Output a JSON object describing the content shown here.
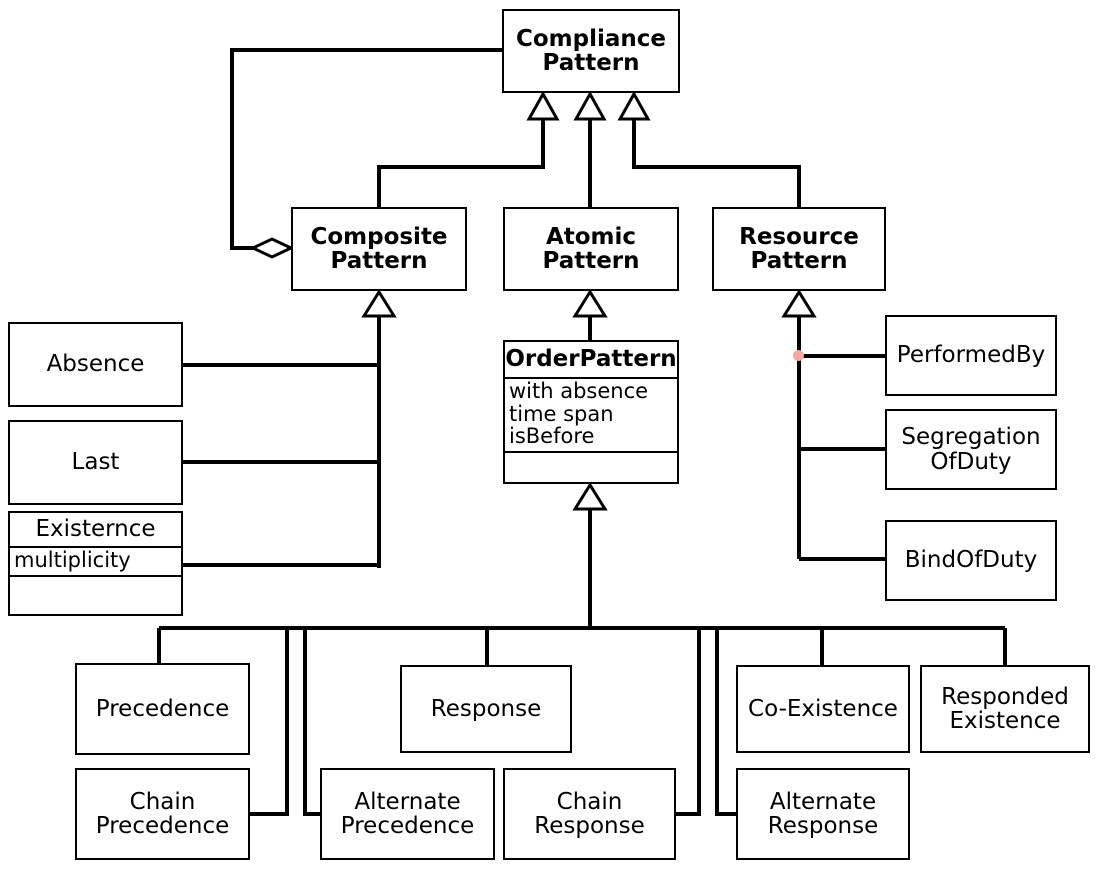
{
  "diagram": {
    "type": "uml-class-diagram",
    "title": "Compliance Pattern hierarchy",
    "line_color": "#000000",
    "fill_color": "#ffffff",
    "selection_handle_color": "#f4a9a0"
  },
  "nodes": {
    "compliance_pattern": {
      "label": "Compliance\nPattern"
    },
    "composite_pattern": {
      "label": "Composite\nPattern"
    },
    "atomic_pattern": {
      "label": "Atomic\nPattern"
    },
    "resource_pattern": {
      "label": "Resource\nPattern"
    },
    "order_pattern": {
      "label": "OrderPattern",
      "attributes": "with absence\ntime span\nisBefore",
      "operations": ""
    },
    "absence": {
      "label": "Absence"
    },
    "last": {
      "label": "Last"
    },
    "existernce": {
      "label": "Existernce",
      "attributes": "multiplicity",
      "operations": ""
    },
    "performed_by": {
      "label": "PerformedBy"
    },
    "segregation_of_duty": {
      "label": "Segregation\nOfDuty"
    },
    "bind_of_duty": {
      "label": "BindOfDuty"
    },
    "precedence": {
      "label": "Precedence"
    },
    "chain_precedence": {
      "label": "Chain\nPrecedence"
    },
    "alternate_precedence": {
      "label": "Alternate\nPrecedence"
    },
    "response": {
      "label": "Response"
    },
    "chain_response": {
      "label": "Chain\nResponse"
    },
    "alternate_response": {
      "label": "Alternate\nResponse"
    },
    "co_existence": {
      "label": "Co-Existence"
    },
    "responded_existence": {
      "label": "Responded\nExistence"
    }
  },
  "relationships": [
    {
      "kind": "aggregation",
      "whole": "compliance_pattern",
      "part": "composite_pattern"
    },
    {
      "kind": "generalization",
      "parent": "compliance_pattern",
      "child": "composite_pattern"
    },
    {
      "kind": "generalization",
      "parent": "compliance_pattern",
      "child": "atomic_pattern"
    },
    {
      "kind": "generalization",
      "parent": "compliance_pattern",
      "child": "resource_pattern"
    },
    {
      "kind": "generalization",
      "parent": "composite_pattern",
      "child": "absence"
    },
    {
      "kind": "generalization",
      "parent": "composite_pattern",
      "child": "last"
    },
    {
      "kind": "generalization",
      "parent": "composite_pattern",
      "child": "existernce"
    },
    {
      "kind": "generalization",
      "parent": "atomic_pattern",
      "child": "order_pattern"
    },
    {
      "kind": "generalization",
      "parent": "resource_pattern",
      "child": "performed_by"
    },
    {
      "kind": "generalization",
      "parent": "resource_pattern",
      "child": "segregation_of_duty"
    },
    {
      "kind": "generalization",
      "parent": "resource_pattern",
      "child": "bind_of_duty"
    },
    {
      "kind": "generalization",
      "parent": "order_pattern",
      "child": "precedence"
    },
    {
      "kind": "generalization",
      "parent": "order_pattern",
      "child": "chain_precedence"
    },
    {
      "kind": "generalization",
      "parent": "order_pattern",
      "child": "alternate_precedence"
    },
    {
      "kind": "generalization",
      "parent": "order_pattern",
      "child": "response"
    },
    {
      "kind": "generalization",
      "parent": "order_pattern",
      "child": "chain_response"
    },
    {
      "kind": "generalization",
      "parent": "order_pattern",
      "child": "alternate_response"
    },
    {
      "kind": "generalization",
      "parent": "order_pattern",
      "child": "co_existence"
    },
    {
      "kind": "generalization",
      "parent": "order_pattern",
      "child": "responded_existence"
    }
  ]
}
